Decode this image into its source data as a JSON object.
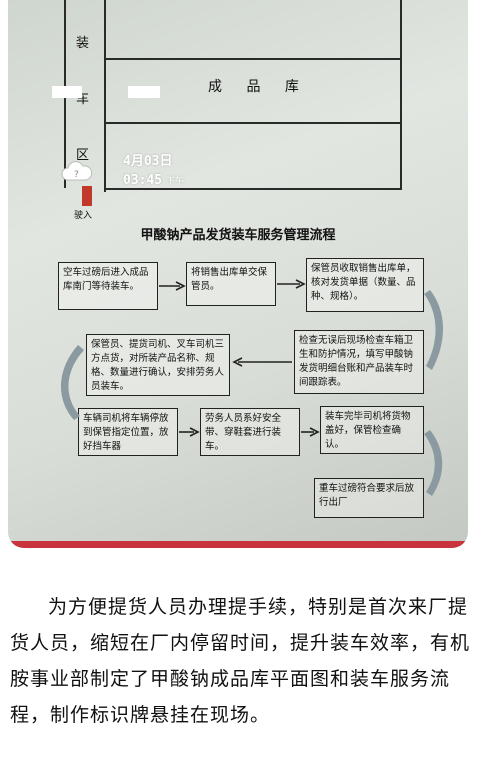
{
  "photo": {
    "floor_plan": {
      "side_chars": [
        "装",
        "车",
        "区"
      ],
      "warehouse_label": "成 品 库",
      "entry_label": "驶入"
    },
    "timestamp": {
      "date": "4月03日",
      "time": "03:45",
      "suffix": "下午"
    },
    "weather_icon": "cloud-icon",
    "process": {
      "title": "甲酸钠产品发货装车服务管理流程",
      "steps": [
        "空车过磅后进入成品库南门等待装车。",
        "将销售出库单交保管员。",
        "保管员收取销售出库单，核对发货单据（数量、品种、规格）。",
        "检查无误后现场检查车箱卫生和防护情况，填写甲酸钠发货明细台账和产品装车时间跟踪表。",
        "保管员、提货司机、叉车司机三方点货，对所装产品名称、规格、数量进行确认，安排劳务人员装车。",
        "车辆司机将车辆停放到保管指定位置，放好挡车器",
        "劳务人员系好安全带、穿鞋套进行装车。",
        "装车完毕司机将货物盖好，保管检查确认。",
        "重车过磅符合要求后放行出厂"
      ]
    },
    "colors": {
      "accent_bar": "#c8333e"
    }
  },
  "caption": "为方便提货人员办理提手续，特别是首次来厂提货人员，缩短在厂内停留时间，提升装车效率，有机胺事业部制定了甲酸钠成品库平面图和装车服务流程，制作标识牌悬挂在现场。"
}
